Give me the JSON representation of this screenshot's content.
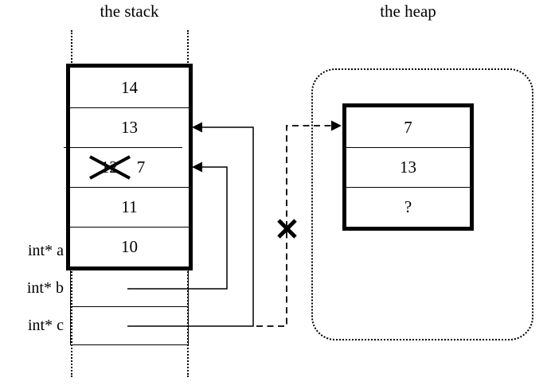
{
  "titles": {
    "stack": "the stack",
    "heap": "the heap"
  },
  "stack": {
    "rows": [
      {
        "value": "14"
      },
      {
        "value": "13"
      },
      {
        "value": "12",
        "crossed_out": true,
        "new_value": "7"
      },
      {
        "value": "11"
      },
      {
        "value": "10"
      }
    ],
    "pointer_labels": {
      "a": "int* a",
      "b": "int* b",
      "c": "int* c"
    }
  },
  "heap": {
    "rows": [
      "7",
      "13",
      "?"
    ]
  },
  "colors": {
    "ink": "#000000",
    "background": "#ffffff"
  }
}
